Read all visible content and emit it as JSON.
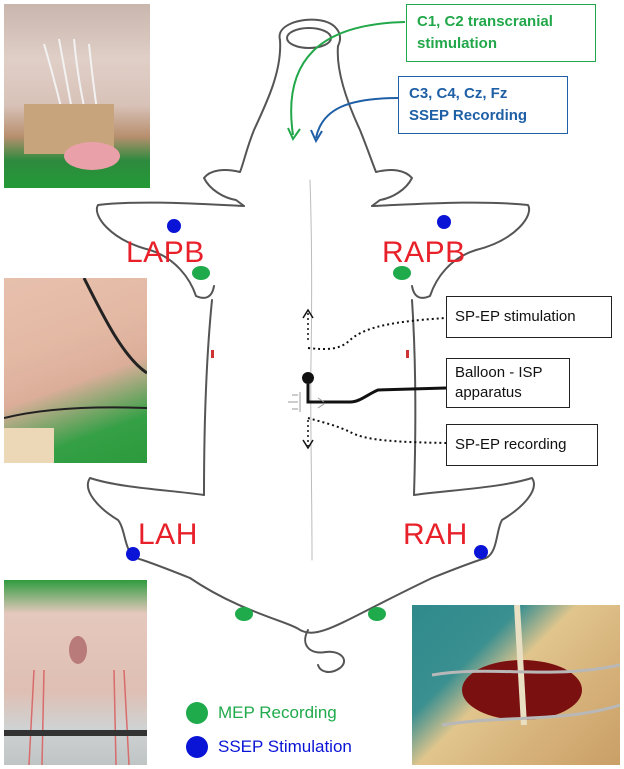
{
  "callouts": {
    "transcranial": {
      "line1": "C1, C2 transcranial",
      "line2": "stimulation"
    },
    "ssep_recording": {
      "line1": "C3, C4, Cz, Fz",
      "line2": "SSEP Recording"
    },
    "spep_stimulation": "SP-EP stimulation",
    "balloon": {
      "line1": "Balloon - ISP",
      "line2": "apparatus"
    },
    "spep_recording": "SP-EP recording"
  },
  "limb_labels": {
    "lapb": "LAPB",
    "rapb": "RAPB",
    "lah": "LAH",
    "rah": "RAH"
  },
  "legend": {
    "mep": {
      "label": "MEP Recording",
      "color": "#1faa4b"
    },
    "ssep": {
      "label": "SSEP Stimulation",
      "color": "#0a14d6"
    }
  },
  "colors": {
    "label_red": "#e8202a",
    "green_accent": "#22a84a",
    "blue_accent": "#1f5fa6"
  }
}
